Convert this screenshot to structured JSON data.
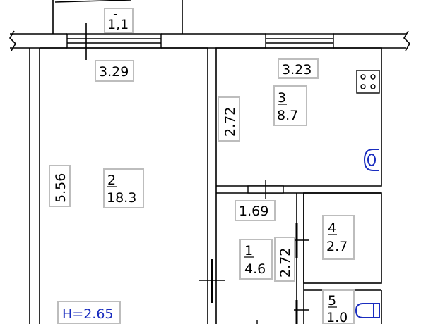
{
  "rooms": [
    {
      "number": "1",
      "area": "4.6"
    },
    {
      "number": "2",
      "area": "18.3"
    },
    {
      "number": "3",
      "area": "8.7"
    },
    {
      "number": "4",
      "area": "2.7"
    },
    {
      "number": "5",
      "area": "1.0"
    }
  ],
  "balcony": {
    "number": "-",
    "area": "1,1"
  },
  "dimensions": {
    "room2_width": "3.29",
    "room2_length": "5.56",
    "kitchen_width": "3.23",
    "kitchen_depth": "2.72",
    "hall_width": "1.69",
    "hall_length": "2.72"
  },
  "ceiling_height": "H=2.65",
  "colors": {
    "wall": "#000000",
    "dimension_box": "#bdbdbd",
    "ceiling_label": "#1a2dbf",
    "fixture": "#1a2dbf"
  },
  "icons": [
    "stove-icon",
    "sink-icon",
    "toilet-icon"
  ]
}
